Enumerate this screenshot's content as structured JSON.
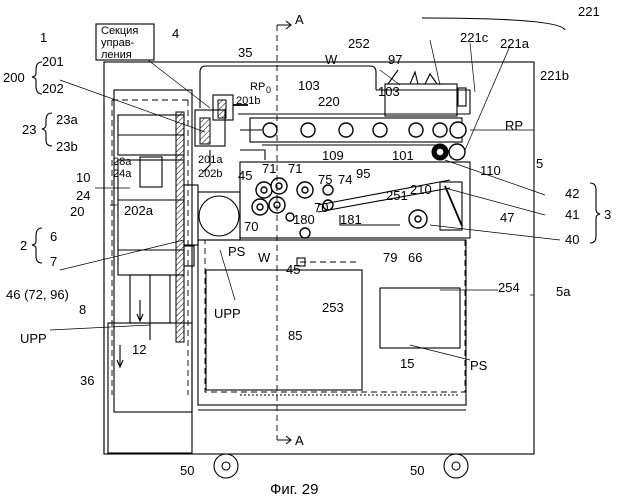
{
  "figure": {
    "caption": "Фиг. 29",
    "control_box": [
      "Секция",
      "управ-",
      "ления"
    ],
    "labels": {
      "n1": "1",
      "n4": "4",
      "n200": "200",
      "n201": "201",
      "n202": "202",
      "n23": "23",
      "n23a": "23a",
      "n23b": "23b",
      "n28a": "28a",
      "n24a": "24a",
      "n10": "10",
      "n24": "24",
      "n20": "20",
      "n2": "2",
      "n6": "6",
      "n7": "7",
      "n202a": "202a",
      "n46": "46 (72, 96)",
      "n8": "8",
      "upp1": "UPP",
      "n12": "12",
      "n36": "36",
      "n50a": "50",
      "n50b": "50",
      "sectionA_top": "A",
      "sectionA_bot": "A",
      "n252": "252",
      "n35": "35",
      "W_top": "W",
      "n97": "97",
      "n221": "221",
      "n221c": "221c",
      "n221a": "221a",
      "n221b": "221b",
      "RP0": "RP",
      "RP0_sub": "0",
      "n201b": "201b",
      "n103a": "103",
      "n103b": "103",
      "n220": "220",
      "RP": "RP",
      "n201a": "201a",
      "n202b": "202b",
      "n109": "109",
      "n101": "101",
      "n110": "110",
      "n5": "5",
      "n45a": "45",
      "n71a": "71",
      "n71b": "71",
      "n75": "75",
      "n74": "74",
      "n95": "95",
      "n42": "42",
      "n210": "210",
      "n251": "251",
      "n41": "41",
      "n47": "47",
      "n3": "3",
      "n70a": "70",
      "n180": "180",
      "n181": "181",
      "n70b": "70",
      "n79": "79",
      "n66": "66",
      "n40": "40",
      "PS1": "PS",
      "W_bot": "W",
      "n45b": "45",
      "upp2": "UPP",
      "n253": "253",
      "n254": "254",
      "n5a": "5a",
      "n85": "85",
      "n15": "15",
      "PS2": "PS"
    }
  }
}
